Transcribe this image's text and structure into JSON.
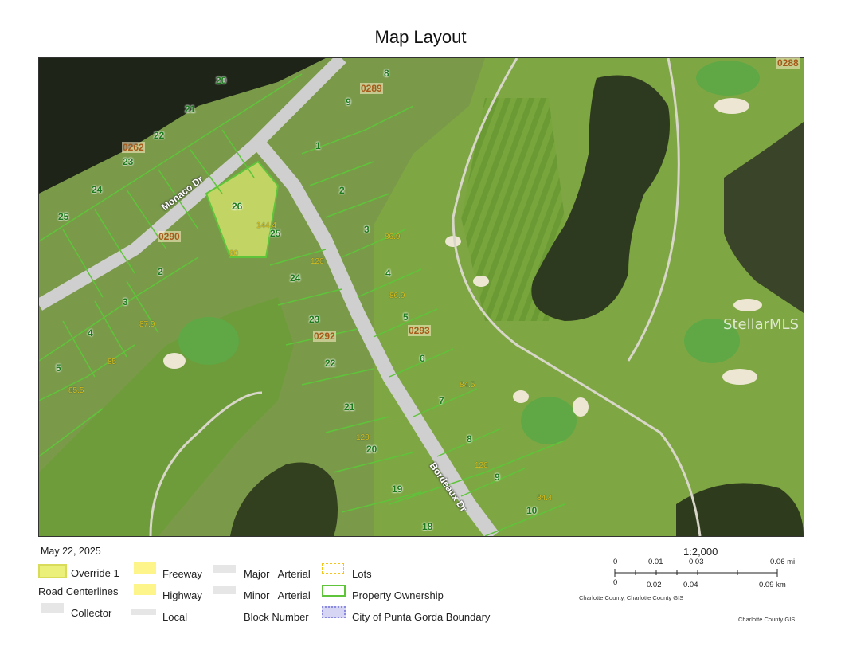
{
  "title": "Map Layout",
  "date": "May 22, 2025",
  "watermark": "StellarMLS",
  "map": {
    "streets": [
      "Monaco Dr",
      "Bordeaux Dr"
    ],
    "block_numbers": [
      "0288",
      "0289",
      "0262",
      "0290",
      "0292",
      "0293"
    ],
    "lot_numbers": [
      "20",
      "21",
      "22",
      "23",
      "24",
      "25",
      "26",
      "25",
      "9",
      "8",
      "1",
      "2",
      "3",
      "4",
      "5",
      "6",
      "7",
      "8",
      "9",
      "10",
      "24",
      "23",
      "22",
      "21",
      "20",
      "19",
      "18",
      "2",
      "3",
      "4",
      "5"
    ],
    "dims": [
      "120",
      "144.4",
      "80",
      "85.5",
      "86.9",
      "84.4",
      "84.5",
      "87.9",
      "120",
      "85",
      "120",
      "86.9"
    ]
  },
  "legend": {
    "override": "Override 1",
    "road_centerlines": "Road Centerlines",
    "collector": "Collector",
    "freeway": "Freeway",
    "highway": "Highway",
    "local": "Local",
    "major_arterial": "Major   Arterial",
    "minor_arterial": "Minor   Arterial",
    "block_number": "Block Number",
    "lots": "Lots",
    "property_ownership": "Property Ownership",
    "city_boundary": "City of Punta Gorda Boundary"
  },
  "scale": {
    "ratio": "1:2,000",
    "mi_ticks": [
      "0",
      "0.01",
      "0.03",
      "0.06 mi"
    ],
    "km_ticks": [
      "0",
      "0.02",
      "0.04",
      "0.09 km"
    ],
    "credit_left": "Charlotte County, Charlotte County GIS",
    "credit_right": "Charlotte County GIS"
  },
  "colors": {
    "override": "#eaf07a",
    "freeway": "#fdf58a",
    "highway": "#fdf58a",
    "road_grey": "#e6e6e6",
    "lots": "#f5c518",
    "property": "#5ec43a",
    "city_boundary": "#8a8ae0"
  }
}
